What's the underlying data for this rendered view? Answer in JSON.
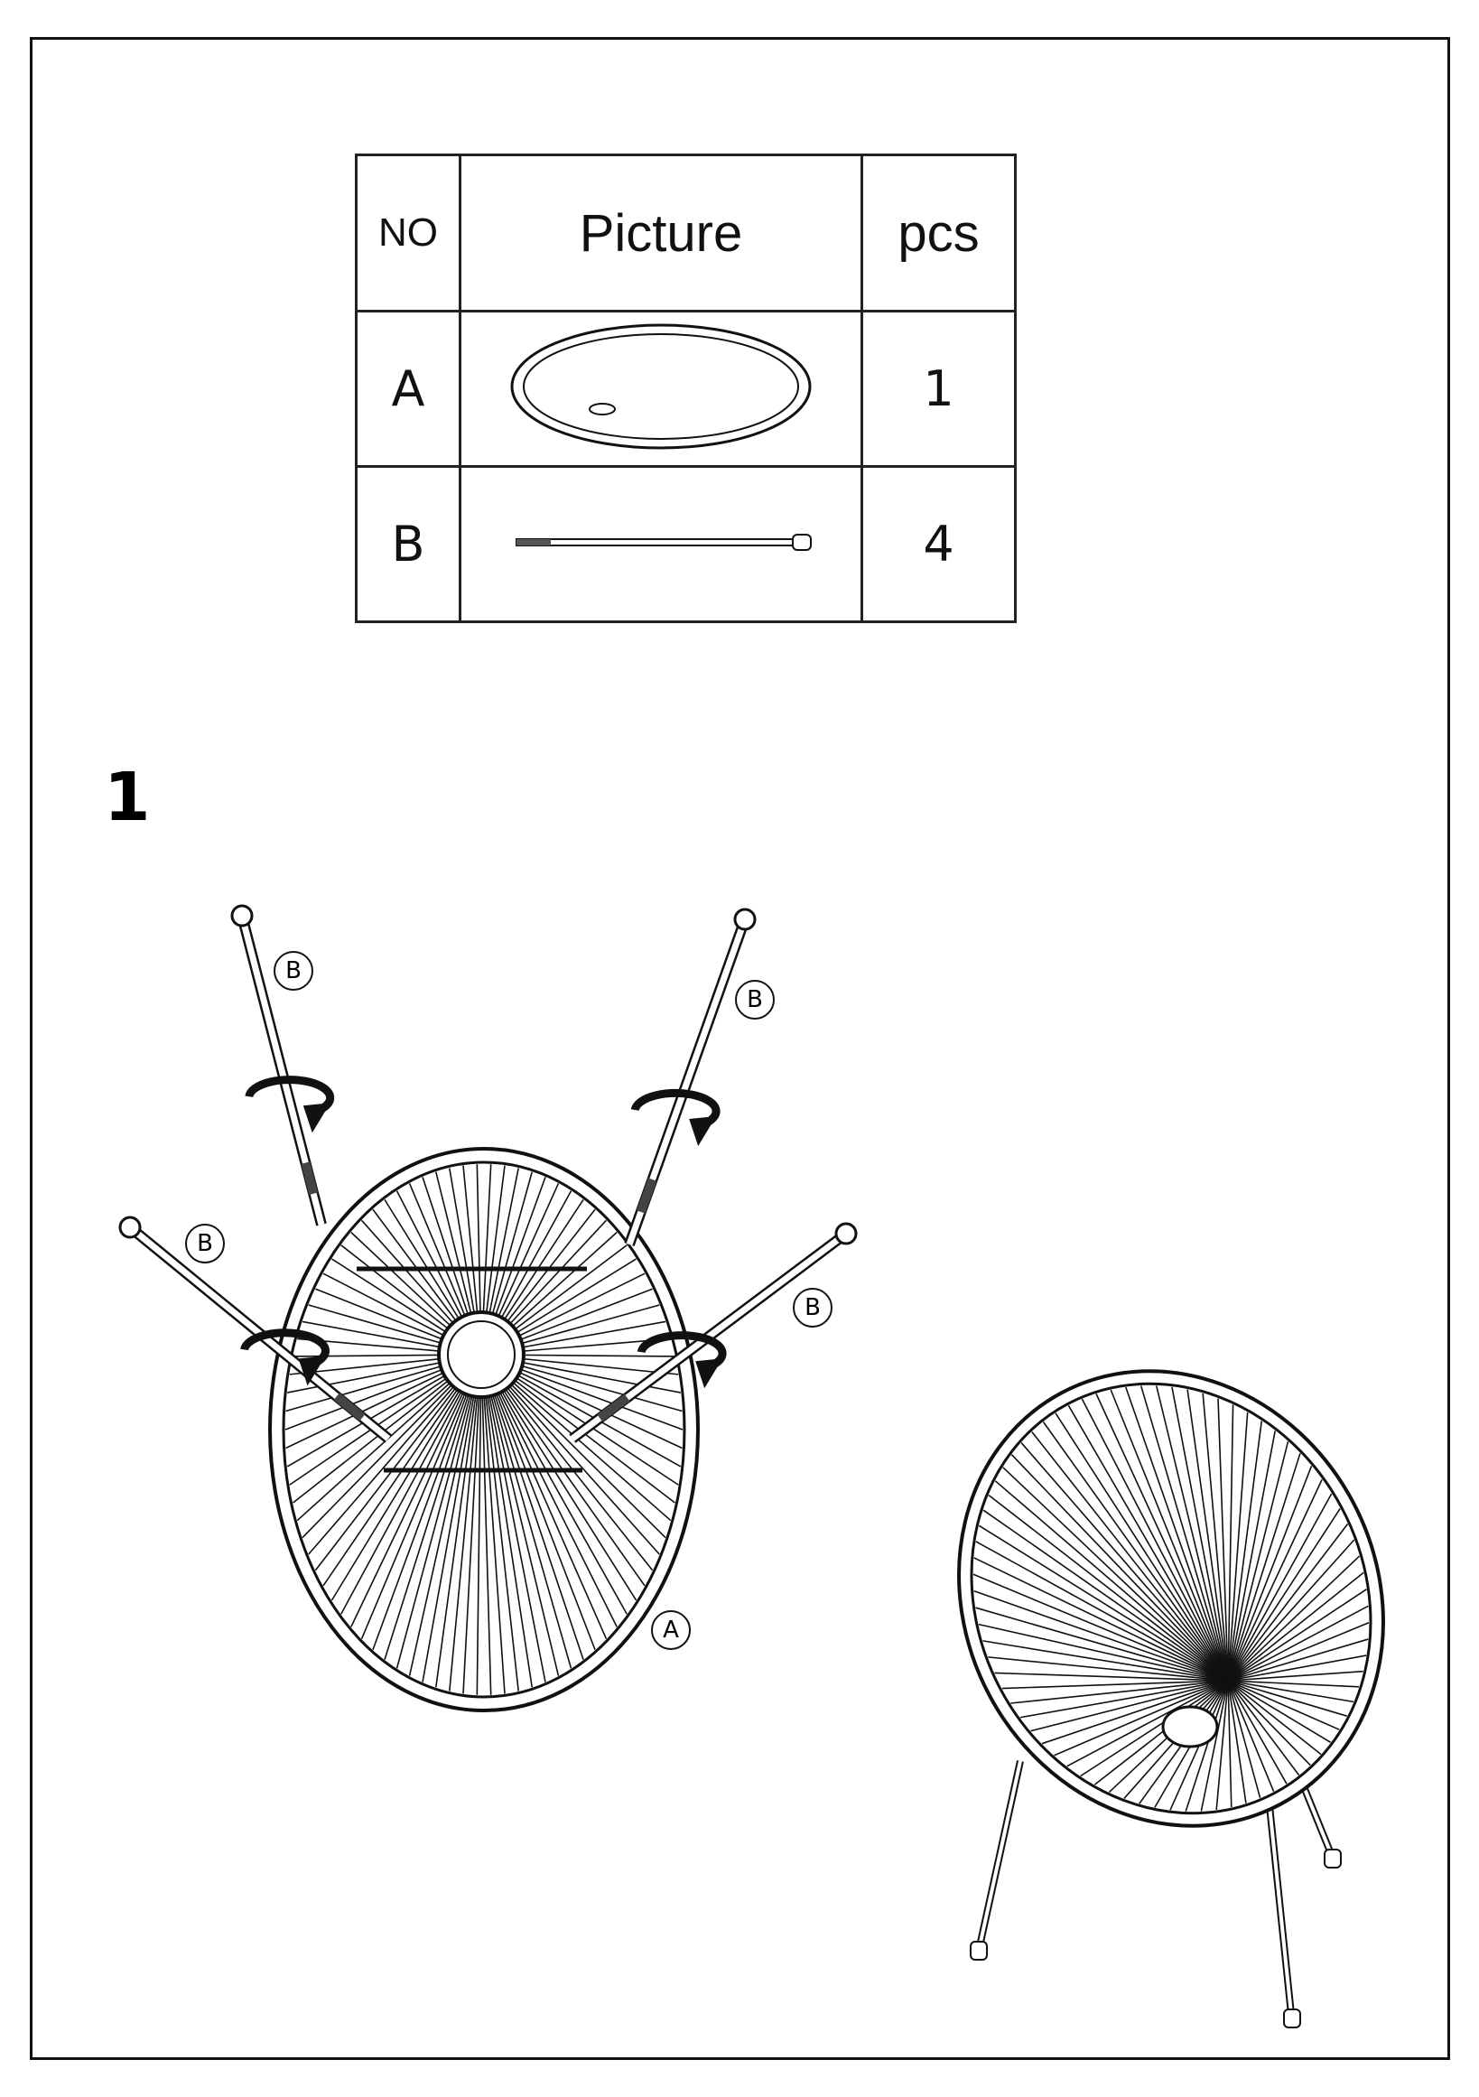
{
  "parts_table": {
    "headers": {
      "no": "NO",
      "picture": "Picture",
      "pcs": "pcs"
    },
    "rows": [
      {
        "no": "A",
        "picture": "chair-seat-illustration",
        "pcs": "1"
      },
      {
        "no": "B",
        "picture": "leg-rod-illustration",
        "pcs": "4"
      }
    ]
  },
  "step": {
    "number": "1",
    "callouts": {
      "leg_1": "B",
      "leg_2": "B",
      "leg_3": "B",
      "leg_4": "B",
      "seat": "A"
    }
  }
}
